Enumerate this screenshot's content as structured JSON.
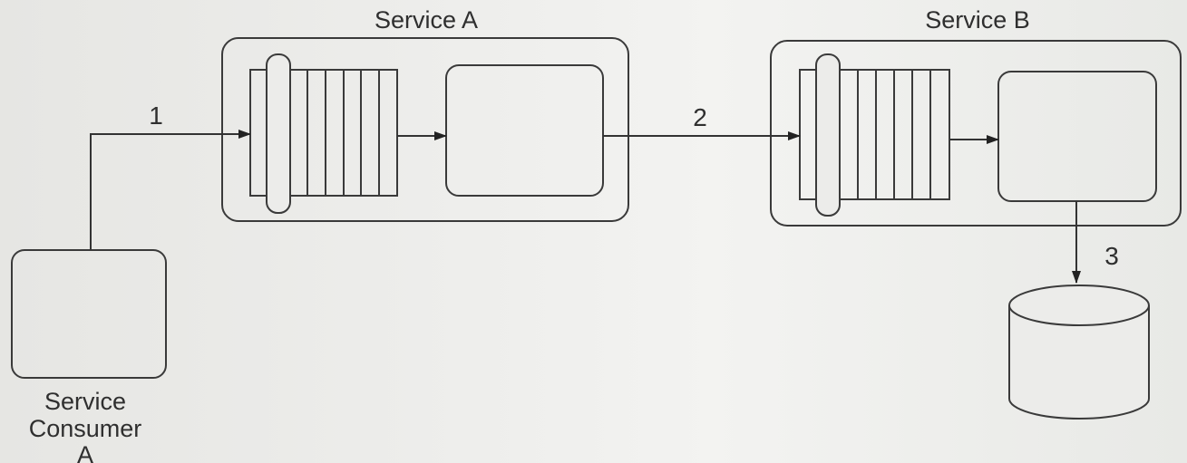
{
  "diagram": {
    "service_a": {
      "title": "Service A"
    },
    "service_b": {
      "title": "Service B"
    },
    "consumer": {
      "label_lines": [
        "Service",
        "Consumer",
        "A"
      ]
    },
    "steps": [
      {
        "label": "1"
      },
      {
        "label": "2"
      },
      {
        "label": "3"
      }
    ]
  },
  "colors": {
    "stroke": "#3a3a3a",
    "background": "#e9e9e7"
  },
  "icons": {
    "queue": "message-queue-icon",
    "database": "database-cylinder-icon"
  }
}
